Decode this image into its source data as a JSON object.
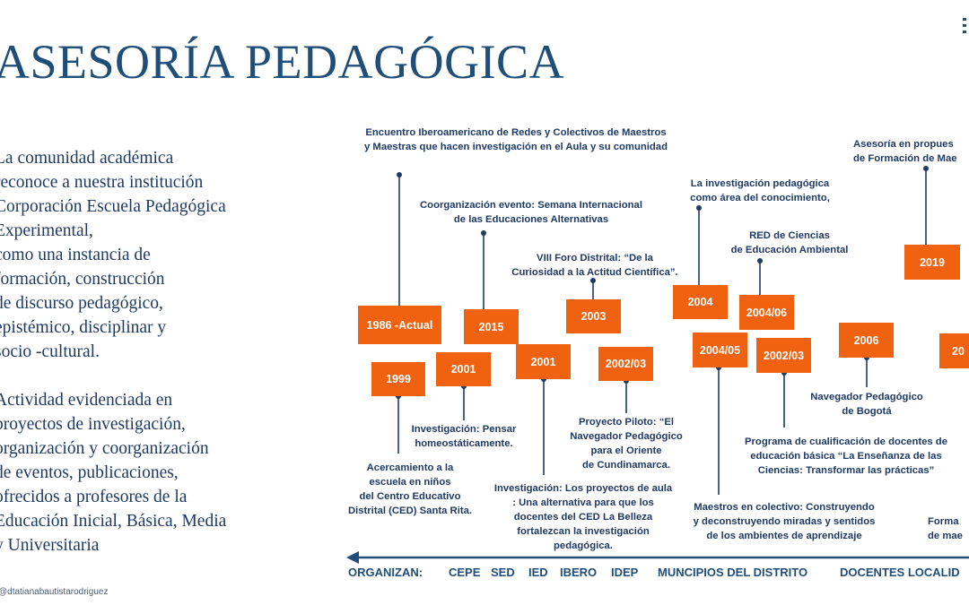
{
  "title": "ASESORÍA PEDAGÓGICA",
  "description": [
    "La comunidad académica\nreconoce a nuestra institución\nCorporación Escuela Pedagógica\nExperimental,\ncomo una instancia de\nformación, construcción\nde discurso pedagógico,\nepistémico, disciplinar y\nsocio -cultural.",
    "Actividad  evidenciada en\nproyectos de investigación,\norganización y  coorganización\nde eventos, publicaciones,\nofrecidos a profesores  de la\nEducación Inicial, Básica, Media\ny Universitaria"
  ],
  "credit": "@dtatianabautistarodriguez",
  "colors": {
    "title": "#1f4e79",
    "text": "#1f3a64",
    "accent": "#f0620f"
  },
  "timeline": {
    "milestones": [
      {
        "year": "1986 -Actual",
        "text": "Encuentro Iberoamericano de Redes y Colectivos de Maestros\ny Maestras que hacen investigación en el Aula y su comunidad"
      },
      {
        "year": "2015",
        "text": "Coorganización  evento:  Semana Internacional\nde las Educaciones Alternativas"
      },
      {
        "year": "2003",
        "text": "VIII Foro Distrital:  “De la\nCuriosidad a la Actitud Científica”."
      },
      {
        "year": "2004",
        "text": "La investigación pedagógica\ncomo área del conocimiento,"
      },
      {
        "year": "2004/06",
        "text": "RED de Ciencias\nde Educación Ambiental"
      },
      {
        "year": "2019",
        "text": "Asesoría en propues\nde Formación de Mae"
      },
      {
        "year": "1999",
        "text": "Acercamiento a la\nescuela en niños\ndel Centro Educativo\nDistrital (CED) Santa Rita."
      },
      {
        "year": "2001",
        "text": "Investigación: Pensar\nhomeostáticamente."
      },
      {
        "year": "2001",
        "text": "Investigación: Los proyectos de aula\n: Una alternativa para que los\ndocentes del CED La Belleza\nfortalezcan la investigación\npedagógica."
      },
      {
        "year": "2002/03",
        "text": "Proyecto Piloto: “El\nNavegador Pedagógico\npara el Oriente\nde Cundinamarca."
      },
      {
        "year": "2004/05",
        "text": "Maestros en colectivo: Construyendo\ny deconstruyendo miradas y sentidos\nde los ambientes de aprendizaje"
      },
      {
        "year": "2002/03",
        "text": "Programa de cualificación de docentes de\neducación básica “La Enseñanza de las\nCiencias: Transformar las prácticas”"
      },
      {
        "year": "2006",
        "text": "Navegador Pedagógico\nde Bogotá"
      },
      {
        "year": "20",
        "text": "Forma\nde mae"
      }
    ],
    "organizers": {
      "label": "ORGANIZAN:",
      "items": [
        "CEPE",
        "SED",
        "IED",
        "IBERO",
        "IDEP",
        "MUNCIPIOS DEL DISTRITO",
        "DOCENTES LOCALID"
      ]
    }
  }
}
